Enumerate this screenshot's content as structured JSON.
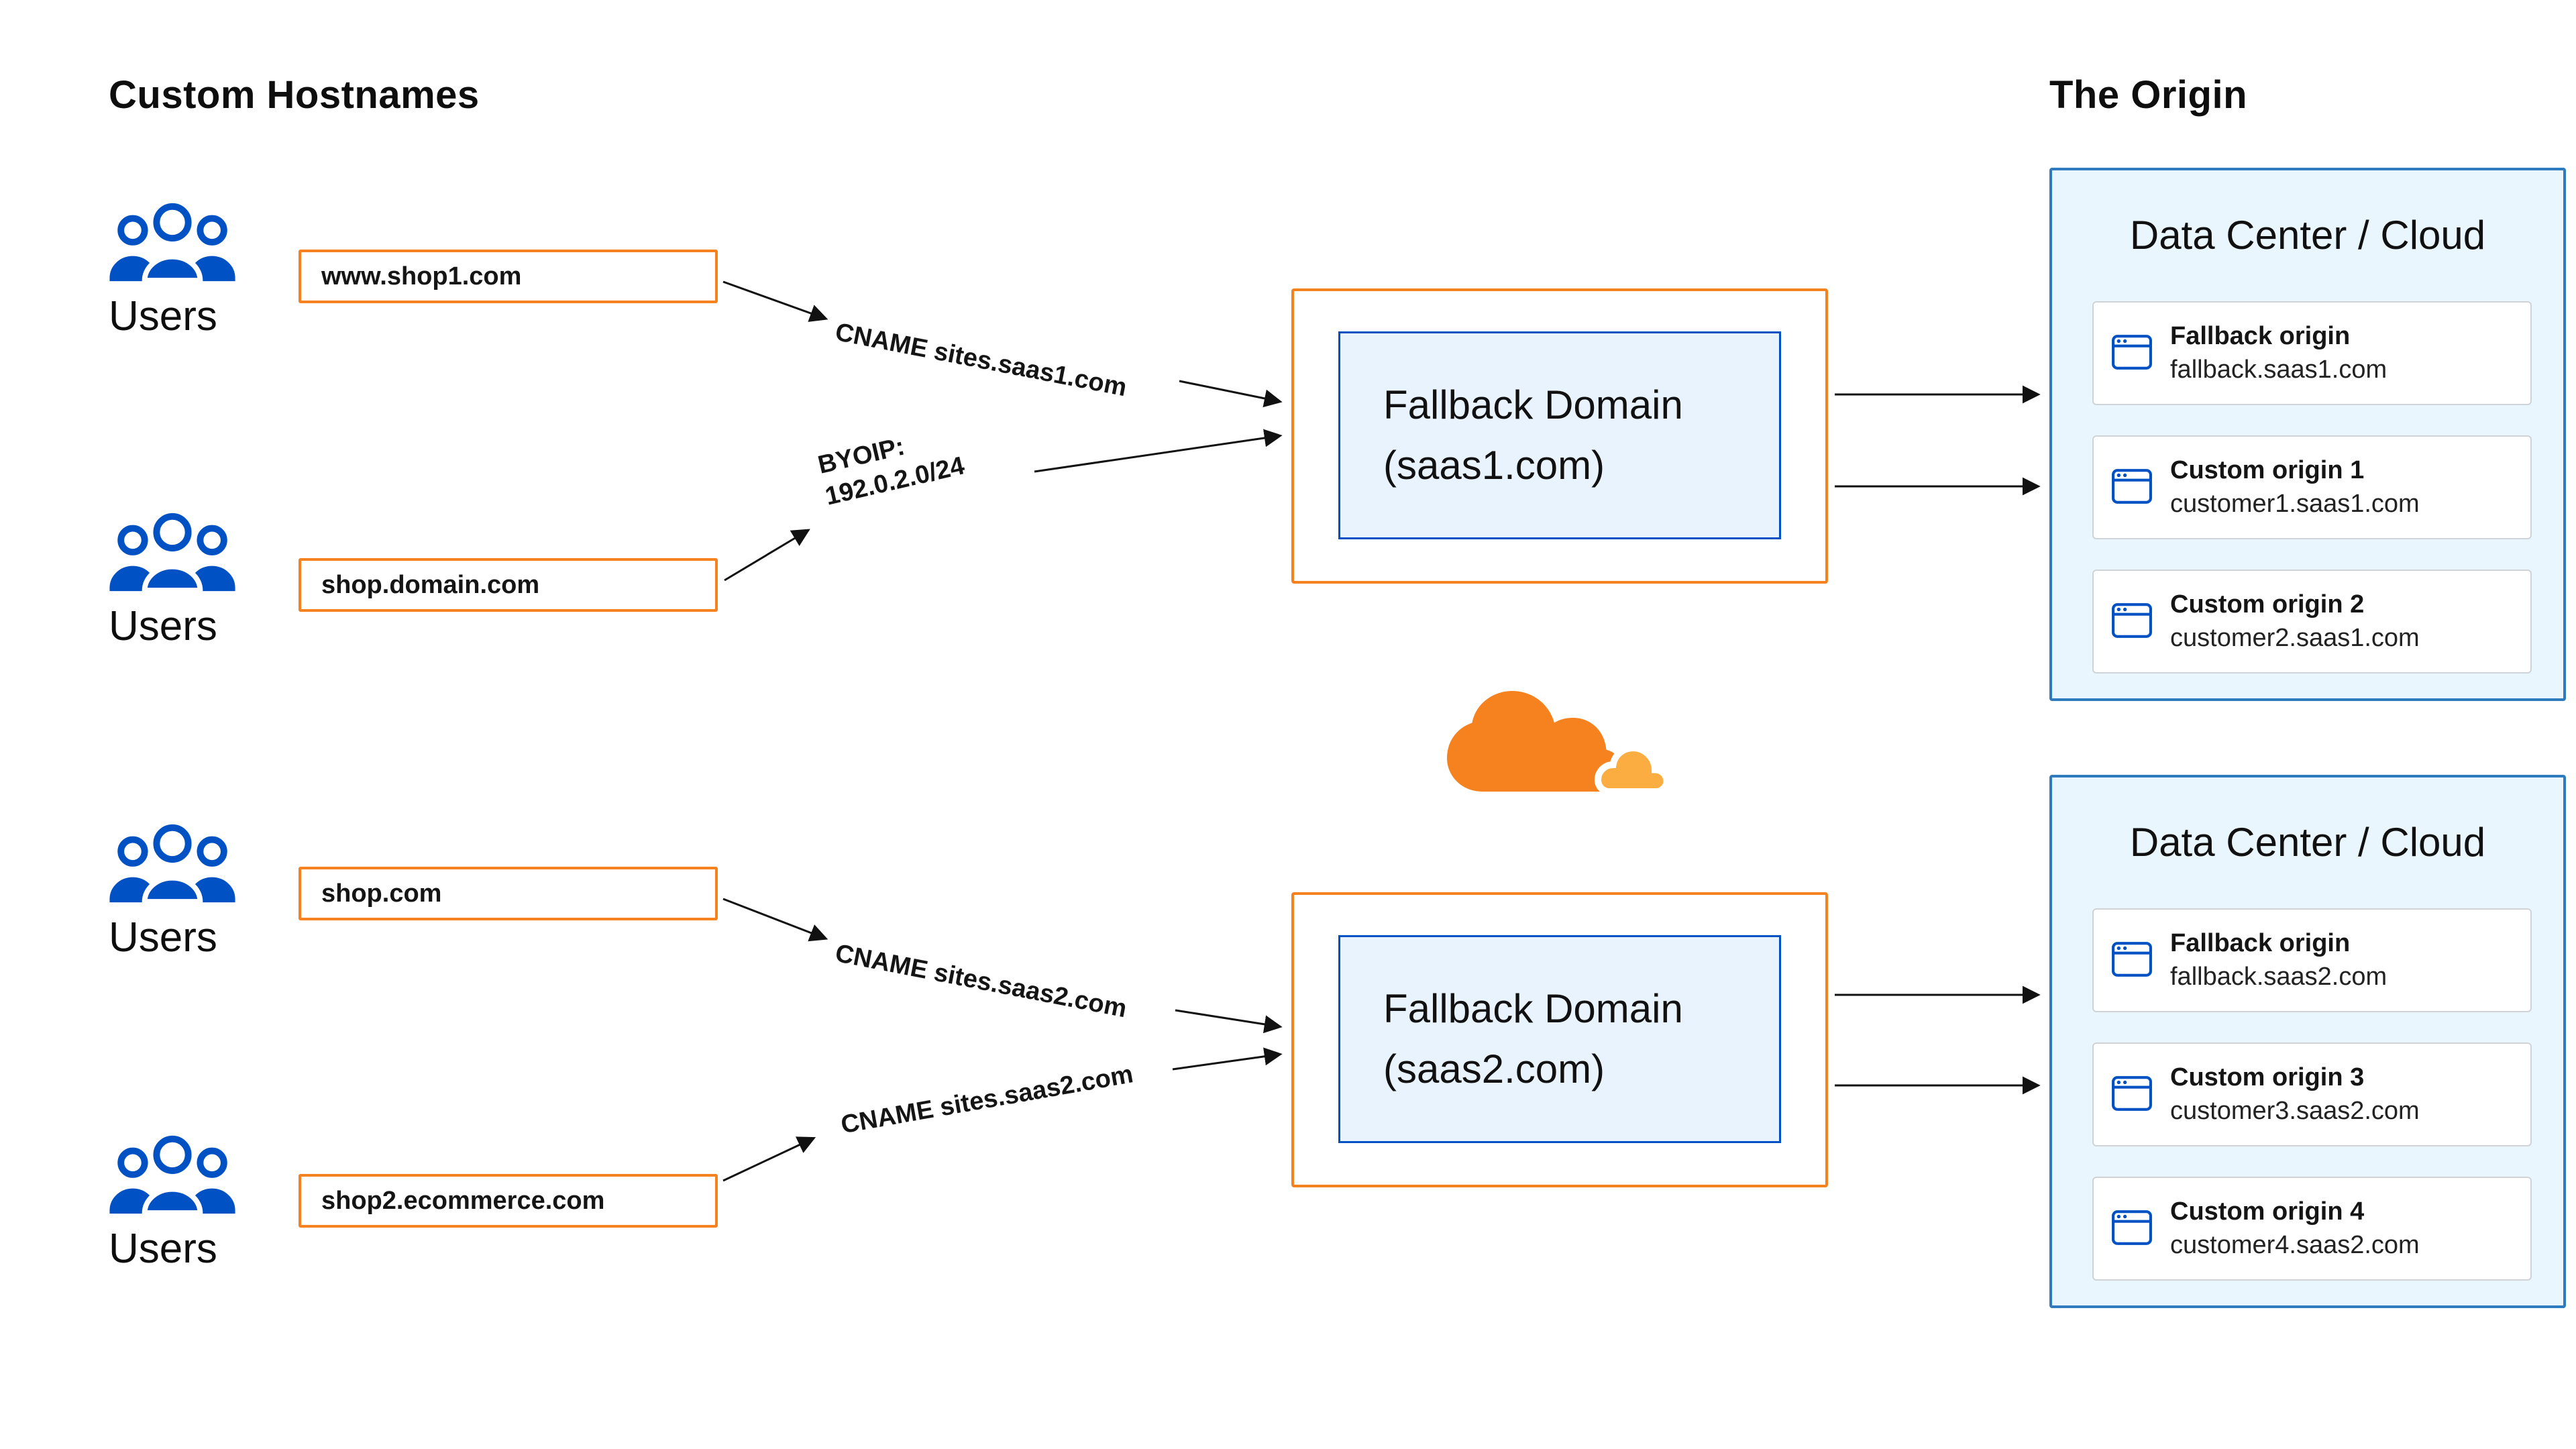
{
  "headings": {
    "left": "Custom Hostnames",
    "right": "The Origin"
  },
  "users_label": "Users",
  "hostnames": [
    "www.shop1.com",
    "shop.domain.com",
    "shop.com",
    "shop2.ecommerce.com"
  ],
  "arrow_labels": {
    "cname_saas1": "CNAME sites.saas1.com",
    "byoip_line1": "BYOIP:",
    "byoip_line2": "192.0.2.0/24",
    "cname_saas2_top": "CNAME sites.saas2.com",
    "cname_saas2_bottom": "CNAME sites.saas2.com"
  },
  "fallback_domains": [
    {
      "line1": "Fallback Domain",
      "line2": "(saas1.com)"
    },
    {
      "line1": "Fallback Domain",
      "line2": "(saas2.com)"
    }
  ],
  "datacenters": [
    {
      "title": "Data Center / Cloud",
      "origins": [
        {
          "name": "Fallback origin",
          "host": "fallback.saas1.com"
        },
        {
          "name": "Custom origin 1",
          "host": "customer1.saas1.com"
        },
        {
          "name": "Custom origin 2",
          "host": "customer2.saas1.com"
        }
      ]
    },
    {
      "title": "Data Center / Cloud",
      "origins": [
        {
          "name": "Fallback origin",
          "host": "fallback.saas2.com"
        },
        {
          "name": "Custom origin 3",
          "host": "customer3.saas2.com"
        },
        {
          "name": "Custom origin 4",
          "host": "customer4.saas2.com"
        }
      ]
    }
  ],
  "icons": {
    "users": "users-group-icon",
    "origin_card": "browser-window-icon",
    "center": "cloudflare-logo"
  },
  "colors": {
    "orange": "#F6821F",
    "orange_light": "#FBAD41",
    "blue": "#0051C3",
    "datacenter_border": "#2F7BBF",
    "datacenter_bg": "#EAF6FD",
    "fallback_inner_bg": "#E9F3FD",
    "text": "#1D1D1D",
    "arrow": "#111111"
  }
}
